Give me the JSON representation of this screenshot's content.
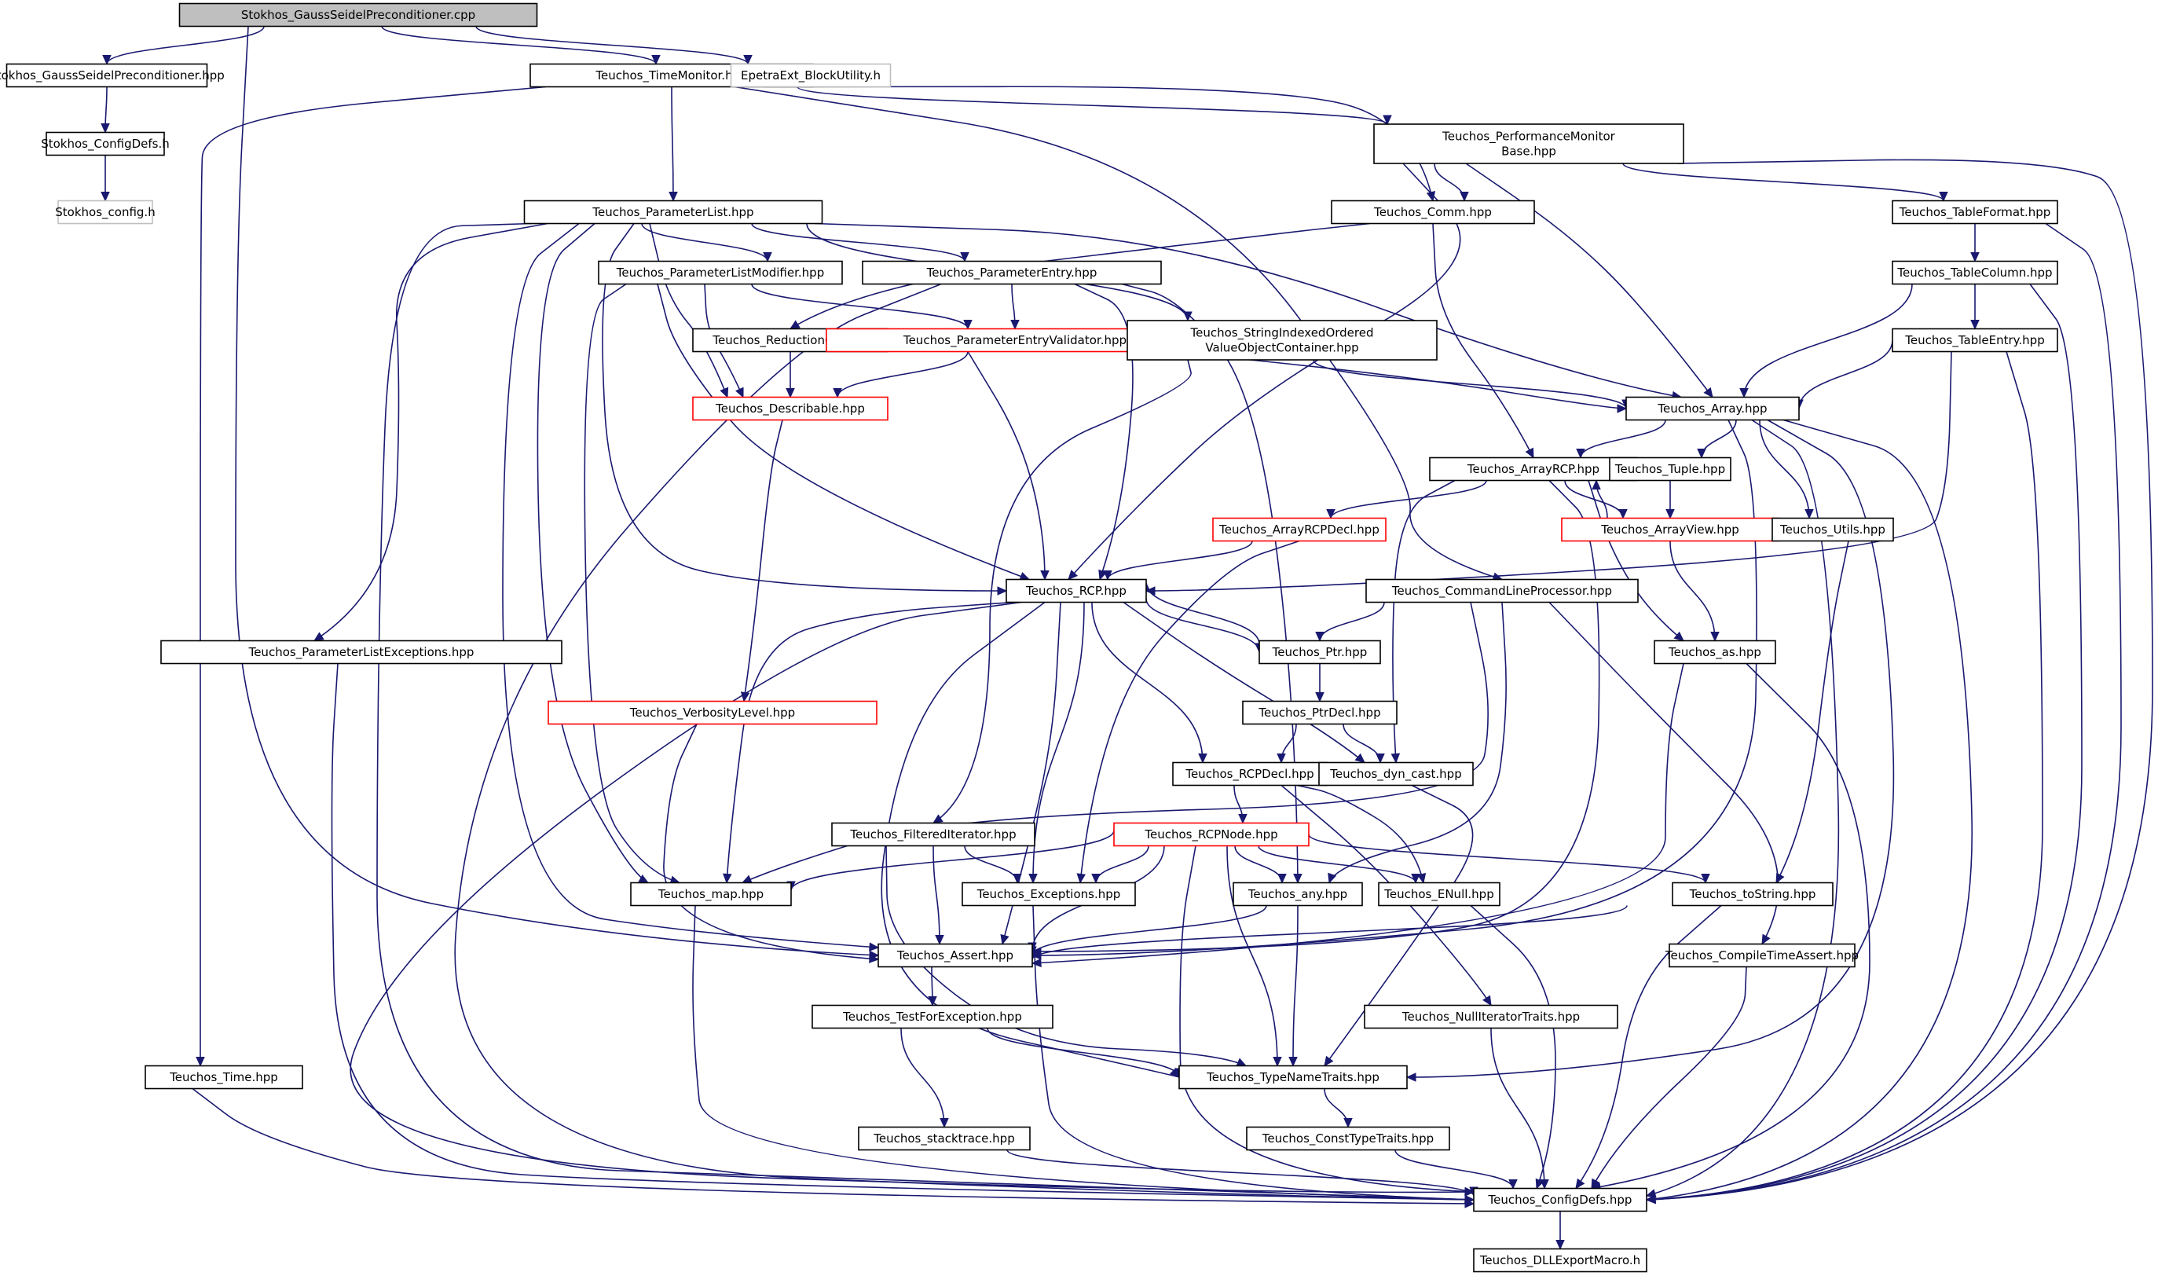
{
  "graph": {
    "colors": {
      "edge": "#191970",
      "root_fill": "#bfbfbf",
      "normal_border": "#000000",
      "red_border": "#ff0000",
      "missing_border": "#bfbfbf",
      "text": "#000000"
    },
    "nodes": [
      {
        "id": "root",
        "lines": [
          "Stokhos_GaussSeidelPreconditioner.cpp"
        ],
        "style": "root"
      },
      {
        "id": "gsph",
        "lines": [
          "Stokhos_GaussSeidelPreconditioner.hpp"
        ],
        "style": "normal"
      },
      {
        "id": "timemon",
        "lines": [
          "Teuchos_TimeMonitor.hpp"
        ],
        "style": "normal"
      },
      {
        "id": "epetraext",
        "lines": [
          "EpetraExt_BlockUtility.h"
        ],
        "style": "missing"
      },
      {
        "id": "stconfig",
        "lines": [
          "Stokhos_ConfigDefs.h"
        ],
        "style": "normal"
      },
      {
        "id": "stconfigh",
        "lines": [
          "Stokhos_config.h"
        ],
        "style": "missing"
      },
      {
        "id": "perfmon",
        "lines": [
          "Teuchos_PerformanceMonitor",
          "Base.hpp"
        ],
        "style": "normal"
      },
      {
        "id": "plist",
        "lines": [
          "Teuchos_ParameterList.hpp"
        ],
        "style": "normal"
      },
      {
        "id": "comm",
        "lines": [
          "Teuchos_Comm.hpp"
        ],
        "style": "normal"
      },
      {
        "id": "tableformat",
        "lines": [
          "Teuchos_TableFormat.hpp"
        ],
        "style": "normal"
      },
      {
        "id": "plistmod",
        "lines": [
          "Teuchos_ParameterListModifier.hpp"
        ],
        "style": "normal"
      },
      {
        "id": "pentry",
        "lines": [
          "Teuchos_ParameterEntry.hpp"
        ],
        "style": "normal"
      },
      {
        "id": "tablecolumn",
        "lines": [
          "Teuchos_TableColumn.hpp"
        ],
        "style": "normal"
      },
      {
        "id": "redop",
        "lines": [
          "Teuchos_ReductionOp.hpp"
        ],
        "style": "normal"
      },
      {
        "id": "pev",
        "lines": [
          "Teuchos_ParameterEntryValidator.hpp"
        ],
        "style": "red"
      },
      {
        "id": "siovoc",
        "lines": [
          "Teuchos_StringIndexedOrdered",
          "ValueObjectContainer.hpp"
        ],
        "style": "normal"
      },
      {
        "id": "tableentry",
        "lines": [
          "Teuchos_TableEntry.hpp"
        ],
        "style": "normal"
      },
      {
        "id": "describable",
        "lines": [
          "Teuchos_Describable.hpp"
        ],
        "style": "red"
      },
      {
        "id": "array",
        "lines": [
          "Teuchos_Array.hpp"
        ],
        "style": "normal"
      },
      {
        "id": "arrayrcp",
        "lines": [
          "Teuchos_ArrayRCP.hpp"
        ],
        "style": "normal"
      },
      {
        "id": "tuple",
        "lines": [
          "Teuchos_Tuple.hpp"
        ],
        "style": "normal"
      },
      {
        "id": "arrayrcpdecl",
        "lines": [
          "Teuchos_ArrayRCPDecl.hpp"
        ],
        "style": "red"
      },
      {
        "id": "arrayview",
        "lines": [
          "Teuchos_ArrayView.hpp"
        ],
        "style": "red"
      },
      {
        "id": "utils",
        "lines": [
          "Teuchos_Utils.hpp"
        ],
        "style": "normal"
      },
      {
        "id": "rcp",
        "lines": [
          "Teuchos_RCP.hpp"
        ],
        "style": "normal"
      },
      {
        "id": "clp",
        "lines": [
          "Teuchos_CommandLineProcessor.hpp"
        ],
        "style": "normal"
      },
      {
        "id": "plexc",
        "lines": [
          "Teuchos_ParameterListExceptions.hpp"
        ],
        "style": "normal"
      },
      {
        "id": "ptr",
        "lines": [
          "Teuchos_Ptr.hpp"
        ],
        "style": "normal"
      },
      {
        "id": "as",
        "lines": [
          "Teuchos_as.hpp"
        ],
        "style": "normal"
      },
      {
        "id": "verbosity",
        "lines": [
          "Teuchos_VerbosityLevel.hpp"
        ],
        "style": "red"
      },
      {
        "id": "ptrdecl",
        "lines": [
          "Teuchos_PtrDecl.hpp"
        ],
        "style": "normal"
      },
      {
        "id": "rcpdecl",
        "lines": [
          "Teuchos_RCPDecl.hpp"
        ],
        "style": "normal"
      },
      {
        "id": "dyncast",
        "lines": [
          "Teuchos_dyn_cast.hpp"
        ],
        "style": "normal"
      },
      {
        "id": "filtered",
        "lines": [
          "Teuchos_FilteredIterator.hpp"
        ],
        "style": "normal"
      },
      {
        "id": "rcpnode",
        "lines": [
          "Teuchos_RCPNode.hpp"
        ],
        "style": "red"
      },
      {
        "id": "map",
        "lines": [
          "Teuchos_map.hpp"
        ],
        "style": "normal"
      },
      {
        "id": "exceptions",
        "lines": [
          "Teuchos_Exceptions.hpp"
        ],
        "style": "normal"
      },
      {
        "id": "any",
        "lines": [
          "Teuchos_any.hpp"
        ],
        "style": "normal"
      },
      {
        "id": "enull",
        "lines": [
          "Teuchos_ENull.hpp"
        ],
        "style": "normal"
      },
      {
        "id": "tostring",
        "lines": [
          "Teuchos_toString.hpp"
        ],
        "style": "normal"
      },
      {
        "id": "assert",
        "lines": [
          "Teuchos_Assert.hpp"
        ],
        "style": "normal"
      },
      {
        "id": "cta",
        "lines": [
          "Teuchos_CompileTimeAssert.hpp"
        ],
        "style": "normal"
      },
      {
        "id": "tfe",
        "lines": [
          "Teuchos_TestForException.hpp"
        ],
        "style": "normal"
      },
      {
        "id": "nullit",
        "lines": [
          "Teuchos_NullIteratorTraits.hpp"
        ],
        "style": "normal"
      },
      {
        "id": "time",
        "lines": [
          "Teuchos_Time.hpp"
        ],
        "style": "normal"
      },
      {
        "id": "typename",
        "lines": [
          "Teuchos_TypeNameTraits.hpp"
        ],
        "style": "normal"
      },
      {
        "id": "stacktrace",
        "lines": [
          "Teuchos_stacktrace.hpp"
        ],
        "style": "normal"
      },
      {
        "id": "consttype",
        "lines": [
          "Teuchos_ConstTypeTraits.hpp"
        ],
        "style": "normal"
      },
      {
        "id": "configdefs",
        "lines": [
          "Teuchos_ConfigDefs.hpp"
        ],
        "style": "normal"
      },
      {
        "id": "dllexport",
        "lines": [
          "Teuchos_DLLExportMacro.h"
        ],
        "style": "normal"
      }
    ]
  }
}
